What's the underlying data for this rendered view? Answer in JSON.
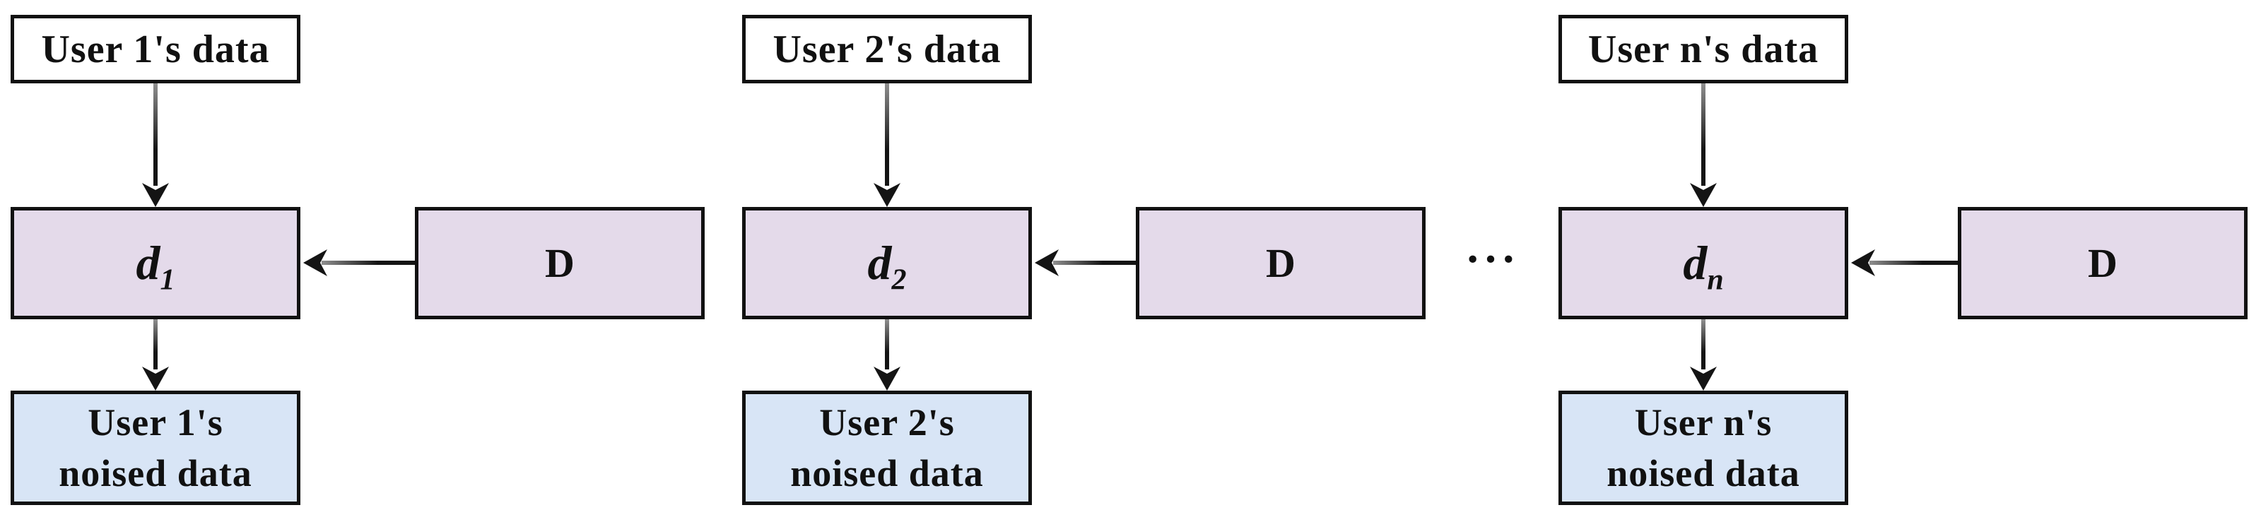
{
  "diagram": {
    "ellipsis": "···",
    "colors": {
      "top_box_fill": "#ffffff",
      "middle_box_fill": "#e4daea",
      "noised_box_fill": "#d8e5f6",
      "border": "#111111",
      "arrow": "#141414",
      "arrow_shaft_light": "#8f8f8f"
    },
    "groups": [
      {
        "top_label": "User 1's data",
        "var_letter": "d",
        "var_subscript": "1",
        "dataset_label": "D",
        "noised_line1": "User 1's",
        "noised_line2": "noised data"
      },
      {
        "top_label": "User 2's data",
        "var_letter": "d",
        "var_subscript": "2",
        "dataset_label": "D",
        "noised_line1": "User 2's",
        "noised_line2": "noised data"
      },
      {
        "top_label": "User n's data",
        "var_letter": "d",
        "var_subscript": "n",
        "dataset_label": "D",
        "noised_line1": "User n's",
        "noised_line2": "noised data"
      }
    ],
    "connections": [
      "User 1's data → d1",
      "D → d1",
      "d1 → User 1's noised data",
      "User 2's data → d2",
      "D → d2",
      "d2 → User 2's noised data",
      "User n's data → dn",
      "D → dn",
      "dn → User n's noised data"
    ]
  }
}
